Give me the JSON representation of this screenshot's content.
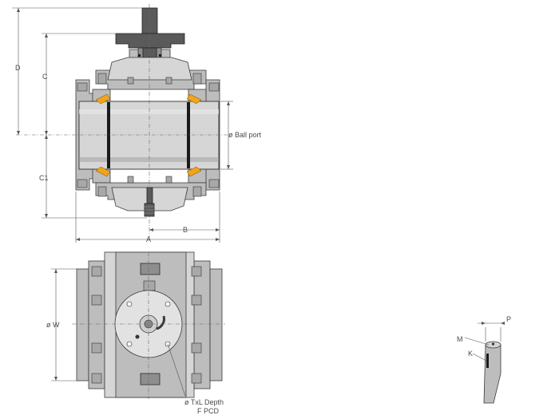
{
  "labels": {
    "D": "D",
    "C": "C",
    "C1": "C1",
    "ball_port": "ø Ball port",
    "A": "A",
    "B": "B",
    "W": "ø W",
    "txl_depth": "ø TxL Depth",
    "f_pcd": "F PCD",
    "M": "M",
    "K": "K",
    "P": "P"
  },
  "colors": {
    "steel": "#bdbdbd",
    "seal": "#f0a31c",
    "line": "#3a3a3a"
  }
}
